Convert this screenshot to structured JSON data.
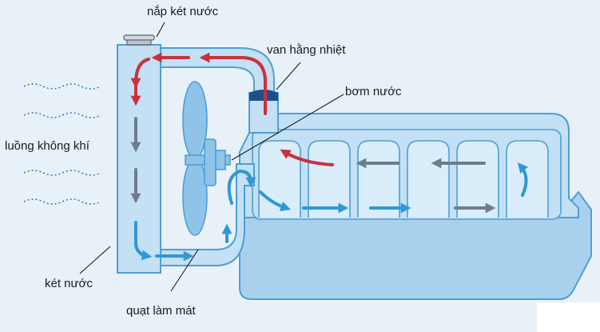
{
  "labels": {
    "radiator_cap": "nắp két nước",
    "thermostat": "van hằng nhiệt",
    "water_pump": "bơm nước",
    "airflow": "luồng không khí",
    "radiator": "két nước",
    "cooling_fan": "quạt làm mát"
  },
  "colors": {
    "background": "#e9f1f8",
    "body_fill": "#a9d1ee",
    "body_stroke": "#4e9fd6",
    "hot_flow": "#c8313f",
    "neutral_flow": "#6e7d8c",
    "cool_flow": "#2f98d4",
    "fan": "#8fc3e8",
    "thermostat_cap": "#1d4f8a"
  }
}
